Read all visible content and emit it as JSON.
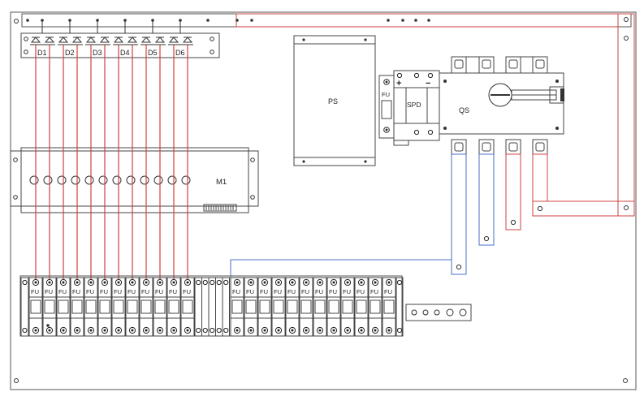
{
  "diagram": {
    "diodes": [
      "D1",
      "D2",
      "D3",
      "D4",
      "D5",
      "D6"
    ],
    "module_label": "M1",
    "power_supply_label": "PS",
    "fuse_label": "FU",
    "spd_label": "SPD",
    "spd_plus": "+",
    "spd_minus": "−",
    "switch_label": "QS",
    "left_fuse_count": 12,
    "right_fuse_count": 12,
    "colors": {
      "red_wire": "#d04040",
      "blue_wire": "#4a6fc8",
      "frame": "#555555"
    }
  }
}
